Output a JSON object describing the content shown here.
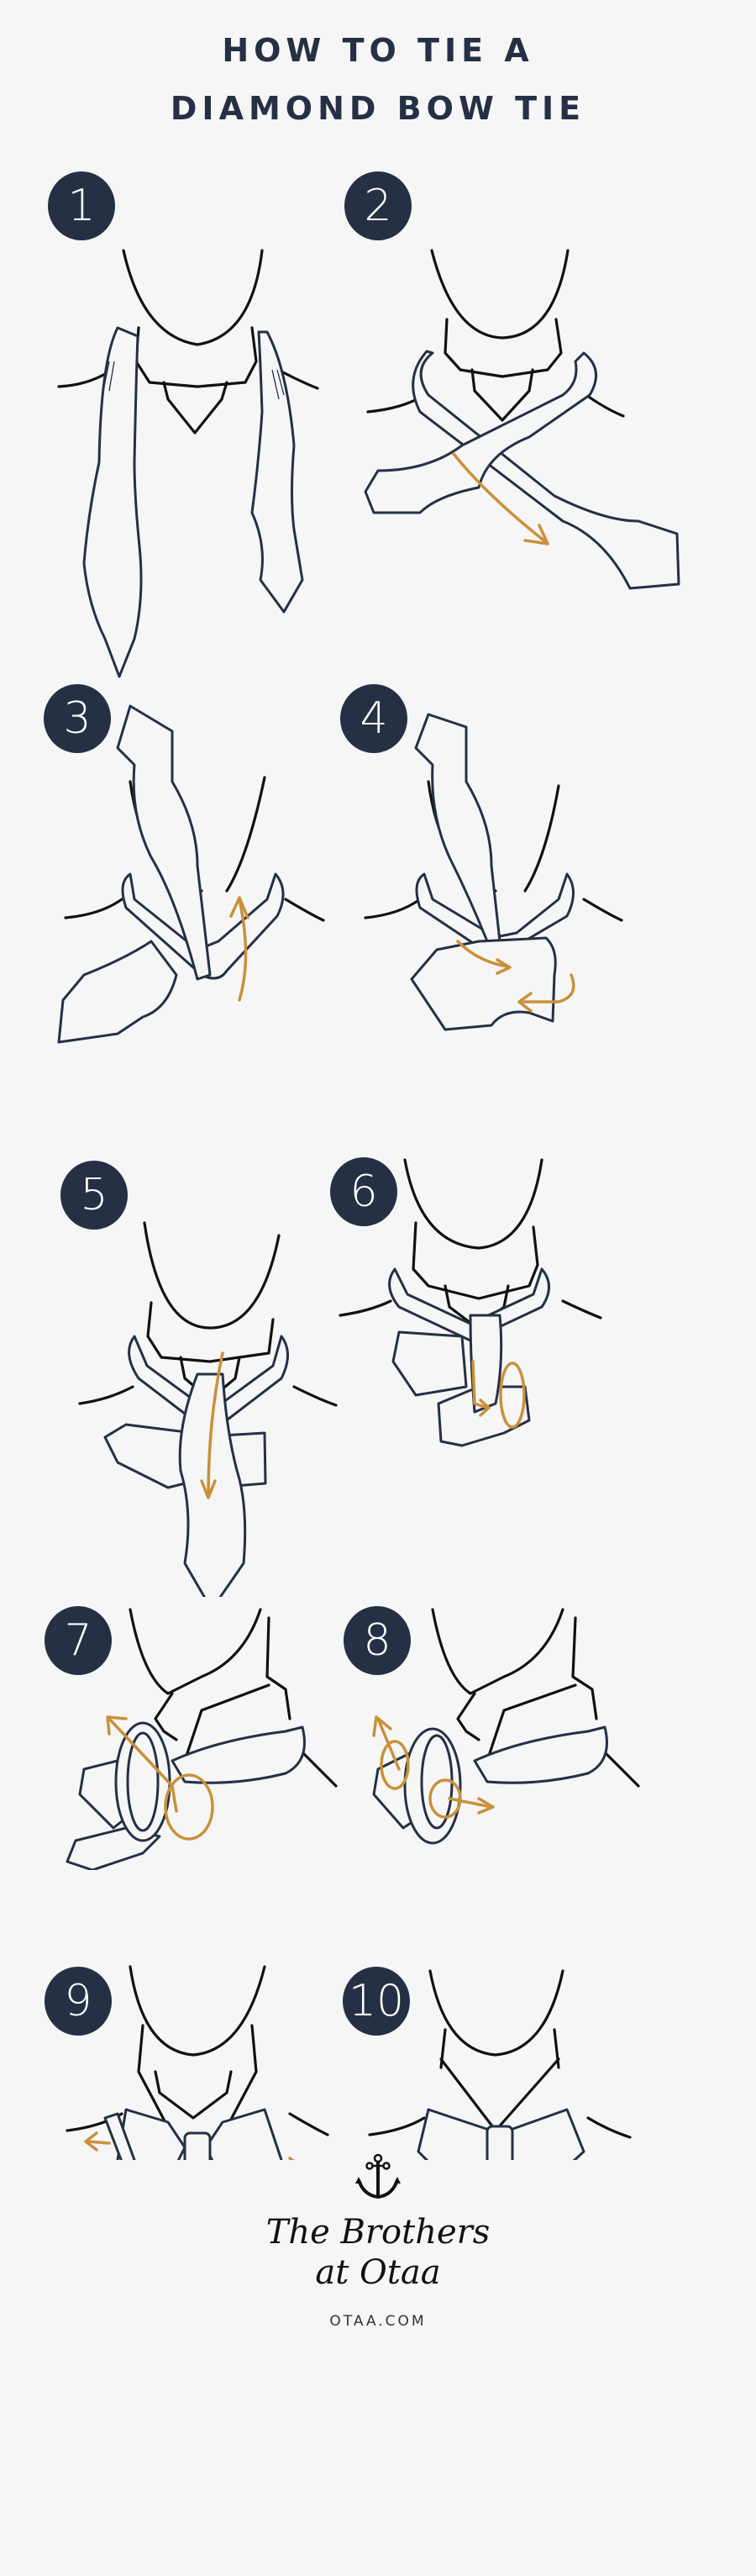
{
  "header": {
    "title_line1": "HOW TO TIE A",
    "title_line2": "DIAMOND BOW TIE"
  },
  "colors": {
    "navy": "#253045",
    "accent_orange": "#c9913a",
    "background": "#f6f6f6"
  },
  "steps": [
    {
      "number": "1",
      "illustration": "tie-draped-around-neck"
    },
    {
      "number": "2",
      "illustration": "cross-ends-arrow-down-right"
    },
    {
      "number": "3",
      "illustration": "bring-end-up-through-loop"
    },
    {
      "number": "4",
      "illustration": "fold-lower-end-horizontal"
    },
    {
      "number": "5",
      "illustration": "drop-upper-end-down-front"
    },
    {
      "number": "6",
      "illustration": "push-end-through-behind-loop"
    },
    {
      "number": "7",
      "illustration": "pull-through-knot-side-view"
    },
    {
      "number": "8",
      "illustration": "tighten-loops-side-view"
    },
    {
      "number": "9",
      "illustration": "adjust-bow-pull-sides"
    },
    {
      "number": "10",
      "illustration": "finished-diamond-bow-tie"
    }
  ],
  "footer": {
    "logo_icon": "anchor-icon",
    "brand_line1": "The Brothers",
    "brand_line2": "at Otaa",
    "url": "OTAA.COM"
  }
}
